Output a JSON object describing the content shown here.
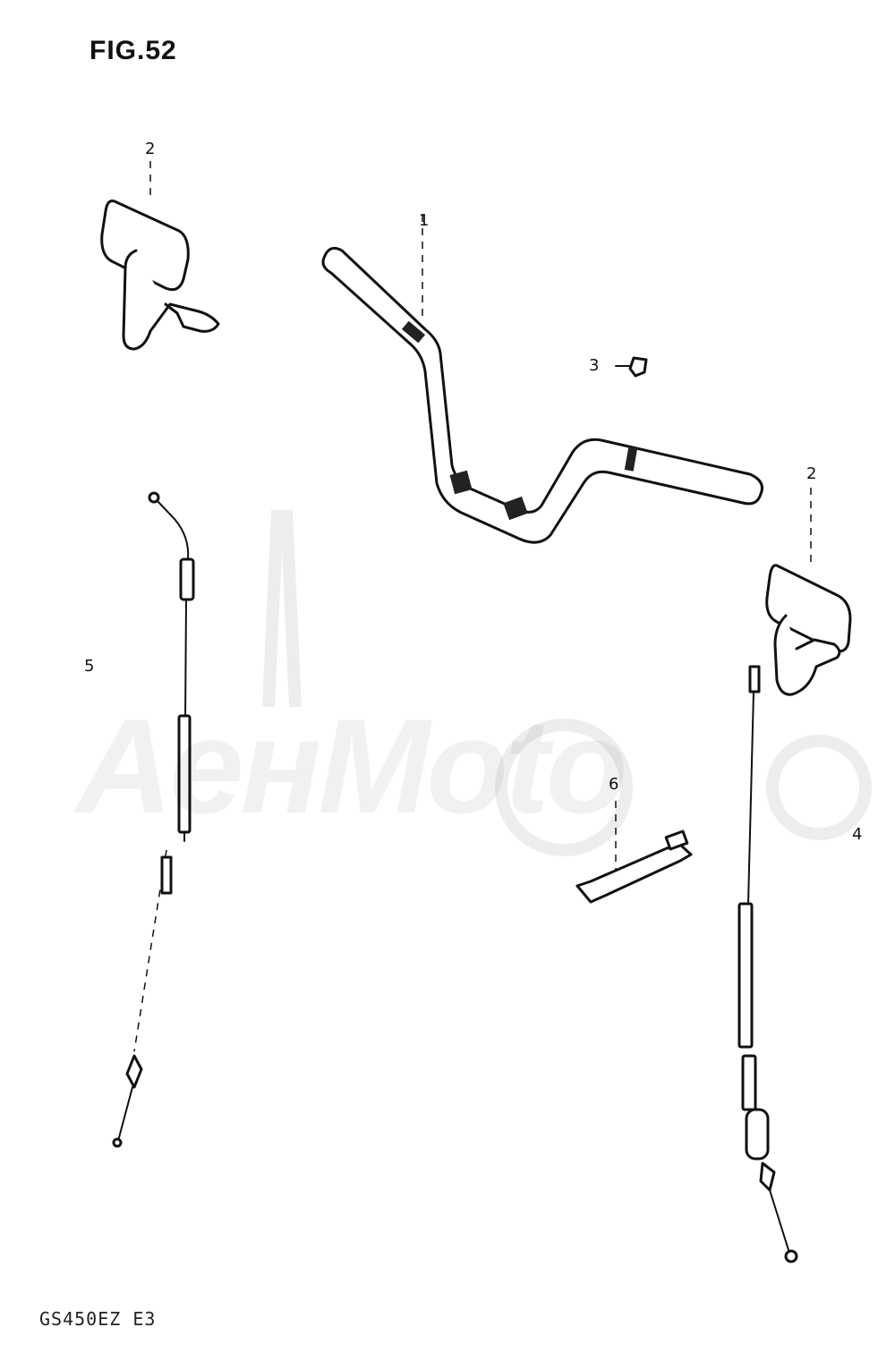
{
  "figure": {
    "title": "FIG.52",
    "model_code": "GS450EZ E3",
    "watermark": "AeнMoto"
  },
  "callouts": [
    "1",
    "2",
    "2",
    "3",
    "4",
    "5",
    "6"
  ]
}
